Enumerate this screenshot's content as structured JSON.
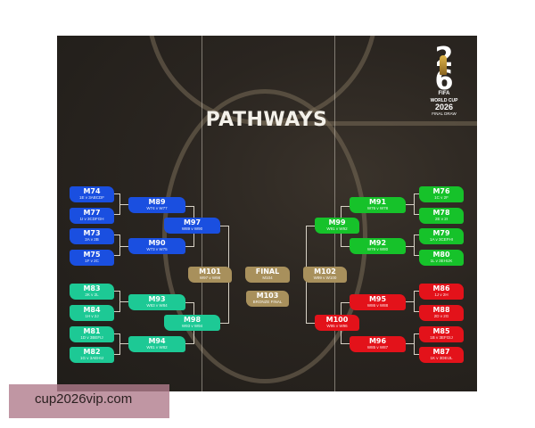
{
  "title": "PATHWAYS",
  "logo": {
    "digits_top": "2",
    "digits_bottom": "6",
    "brand": "FIFA",
    "line1": "WORLD CUP",
    "year": "2026",
    "line2": "FINAL DRAW"
  },
  "left_top": {
    "r32": [
      {
        "code": "M74",
        "teams": "1E v 3ABCDF"
      },
      {
        "code": "M77",
        "teams": "1I v 3CDFGH"
      },
      {
        "code": "M73",
        "teams": "2A v 2B"
      },
      {
        "code": "M75",
        "teams": "1F v 2C"
      }
    ],
    "r16": [
      {
        "code": "M89",
        "teams": "W74 v W77"
      },
      {
        "code": "M90",
        "teams": "W73 v W75"
      }
    ],
    "qf": {
      "code": "M97",
      "teams": "W89 v W90"
    }
  },
  "left_bottom": {
    "r32": [
      {
        "code": "M83",
        "teams": "2K v 2L"
      },
      {
        "code": "M84",
        "teams": "1H v 2J"
      },
      {
        "code": "M81",
        "teams": "1D v 3BEFIJ"
      },
      {
        "code": "M82",
        "teams": "1G v 3AEHIJ"
      }
    ],
    "r16": [
      {
        "code": "M93",
        "teams": "W83 v W84"
      },
      {
        "code": "M94",
        "teams": "W81 v W82"
      }
    ],
    "qf": {
      "code": "M98",
      "teams": "W93 v W94"
    }
  },
  "right_top": {
    "r32": [
      {
        "code": "M76",
        "teams": "1C v 2F"
      },
      {
        "code": "M78",
        "teams": "2E v 2I"
      },
      {
        "code": "M79",
        "teams": "1A v 3CEFHI"
      },
      {
        "code": "M80",
        "teams": "1L v 3EHIJK"
      }
    ],
    "r16": [
      {
        "code": "M91",
        "teams": "W76 v W78"
      },
      {
        "code": "M92",
        "teams": "W79 v W80"
      }
    ],
    "qf": {
      "code": "M99",
      "teams": "W91 v W92"
    }
  },
  "right_bottom": {
    "r32": [
      {
        "code": "M86",
        "teams": "1J v 2H"
      },
      {
        "code": "M88",
        "teams": "2D v 2G"
      },
      {
        "code": "M85",
        "teams": "1B v 3EFGIJ"
      },
      {
        "code": "M87",
        "teams": "1K v 3DEIJL"
      }
    ],
    "r16": [
      {
        "code": "M95",
        "teams": "W86 v W88"
      },
      {
        "code": "M96",
        "teams": "W85 v W87"
      }
    ],
    "qf": {
      "code": "M100",
      "teams": "W95 v W96"
    }
  },
  "semis": [
    {
      "code": "M101",
      "teams": "W97 v W98"
    },
    {
      "code": "M102",
      "teams": "W99 v W100"
    }
  ],
  "final": {
    "code": "FINAL",
    "teams": "M104"
  },
  "third_place": {
    "code": "M103",
    "teams": "BRONZE FINAL"
  },
  "watermark": "cup2026vip.com",
  "colors": {
    "blue": "#1a4fe0",
    "teal": "#1dc995",
    "green": "#16c22a",
    "red": "#e3121a",
    "gold": "#a8905c",
    "background": "#2a2520"
  }
}
